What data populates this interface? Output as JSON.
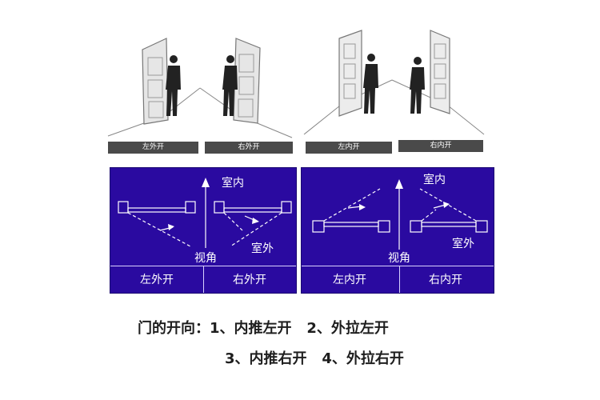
{
  "photo_labels": [
    "左外开",
    "右外开",
    "左内开",
    "右内开"
  ],
  "panels": [
    {
      "indoor": "室内",
      "outdoor": "室外",
      "view": "视角",
      "labels": [
        "左外开",
        "右外开"
      ]
    },
    {
      "indoor": "室内",
      "outdoor": "室外",
      "view": "视角",
      "labels": [
        "左内开",
        "右内开"
      ]
    }
  ],
  "caption": {
    "line1": "门的开向：1、内推左开   2、外拉左开",
    "line2": "3、内推右开   4、外拉右开"
  },
  "colors": {
    "panel_bg": "#2a0aa0",
    "label_bar": "#4a4a4a",
    "line": "#ffffff"
  }
}
